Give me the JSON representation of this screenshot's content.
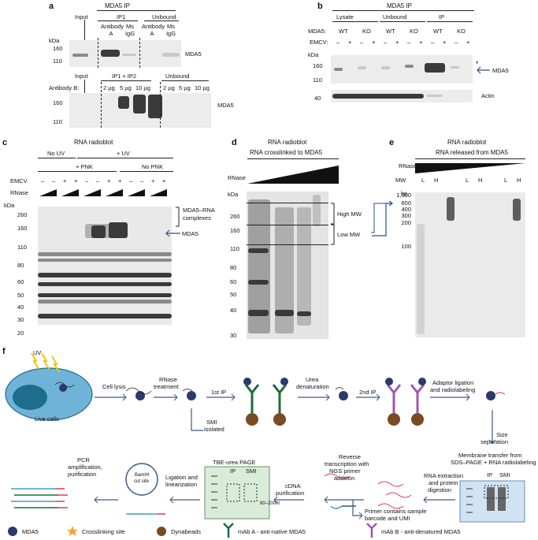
{
  "panels": {
    "a": "a",
    "b": "b",
    "c": "c",
    "d": "d",
    "e": "e",
    "f": "f"
  },
  "a": {
    "title": "MDA5 IP",
    "input": "Input",
    "ip1": "IP1",
    "unbound": "Unbound",
    "antibodyA_1": "Antibody",
    "antibodyA_2": "A",
    "msIgG_1": "Ms",
    "msIgG_2": "IgG",
    "antibodyA2_1": "Antibody",
    "antibodyA2_2": "A",
    "msIgG2_1": "Ms",
    "msIgG2_2": "IgG",
    "kda": "kDa",
    "m160": "160",
    "m110": "110",
    "protein": "MDA5",
    "antibodyB": "Antibody B:",
    "input2": "Input",
    "ip12": "IP1 + IP2",
    "unbound2": "Unbound",
    "doses": [
      "2 µg",
      "5 µg",
      "10 µg",
      "2 µg",
      "5 µg",
      "10 µg"
    ],
    "m160b": "160",
    "m110b": "110",
    "protein2": "MDA5"
  },
  "b": {
    "title": "MDA5 IP",
    "lysate": "Lysate",
    "unbound": "Unbound",
    "ip": "IP",
    "mda5": "MDA5:",
    "emcv": "EMCV:",
    "genotypes": [
      "WT",
      "KO",
      "WT",
      "KO",
      "WT",
      "KO"
    ],
    "signs": [
      "–",
      "+",
      "–",
      "+",
      "–",
      "+",
      "–",
      "+",
      "–",
      "+",
      "–",
      "+"
    ],
    "kda": "kDa",
    "m160": "160",
    "m110": "110",
    "m40": "40",
    "star": "*",
    "protein": "MDA5",
    "actin": "Actin"
  },
  "c": {
    "title": "RNA radioblot",
    "noUV": "No UV",
    "plusUV": "+ UV",
    "plusPNK": "+ PNK",
    "noPNK": "No PNK",
    "emcv": "EMCV",
    "rnase": "RNase",
    "signs": [
      "–",
      "–",
      "+",
      "+",
      "–",
      "–",
      "+",
      "+",
      "–",
      "–",
      "+",
      "+"
    ],
    "kda": "kDa",
    "markers": [
      "260",
      "160",
      "110",
      "80",
      "60",
      "50",
      "40",
      "30",
      "20"
    ],
    "complex1": "MDA5–RNA",
    "complex2": "complexes",
    "protein": "MDA5"
  },
  "d": {
    "title1": "RNA radioblot",
    "title2": "RNA crosslinked to MDA5",
    "rnase": "RNase",
    "kda": "kDa",
    "markers": [
      "260",
      "160",
      "110",
      "80",
      "60",
      "50",
      "40",
      "30"
    ],
    "high": "High MW",
    "low": "Low MW"
  },
  "e": {
    "title1": "RNA radioblot",
    "title2": "RNA released from MDA5",
    "rnase": "RNase",
    "mw": "MW",
    "lanes": [
      "L",
      "H",
      "L",
      "H",
      "L",
      "H"
    ],
    "bp": "bp",
    "markers": [
      "1,000",
      "600",
      "400",
      "300",
      "200",
      "100"
    ]
  },
  "f": {
    "uv": "UV",
    "liveCells": "Live cells",
    "cellLysis": "Cell lysis",
    "rnase1": "RNase",
    "rnase2": "treatment",
    "firstIP": "1st IP",
    "urea1": "Urea",
    "urea2": "denaturation",
    "secondIP": "2nd IP",
    "adaptor1": "Adaptor ligation",
    "adaptor2": "and radiolabeling",
    "smi1": "SMI",
    "smi2": "isolated",
    "size1": "Size",
    "size2": "separation",
    "membrane1": "Membrane transfer from",
    "membrane2": "SDS–PAGE + RNA radiolabeling",
    "ip": "IP",
    "smi": "SMI",
    "rnaExt1": "RNA extraction",
    "rnaExt2": "and protein",
    "rnaExt3": "digestion",
    "reverse1": "Reverse",
    "reverse2": "transcription with",
    "reverse3": "NGS primer",
    "reverse4": "addition",
    "primer1": "Primer contains sample",
    "primer2": "barcode and UMI",
    "cdna1": "cDNA",
    "cdna2": "purification",
    "tbe": "TBE-urea PAGE",
    "ip2": "IP",
    "smi3": "SMI",
    "range": "80–200nt",
    "ligation1": "Ligation and",
    "ligation2": "linearization",
    "bamhi1": "BamHI",
    "bamhi2": "cut site",
    "pcr1": "PCR",
    "pcr2": "amplification,",
    "pcr3": "purification",
    "legend": [
      "MDA5",
      "Crosslinking site",
      "Dynabeads",
      "mAb A - anti-native MDA5",
      "mAb B - anti-denatured MDA5"
    ]
  },
  "colors": {
    "mda5": "#2b3a6b",
    "crosslink": "#f2a33a",
    "dynabead": "#7a4b22",
    "mAbA": "#1f6b3a",
    "mAbB": "#9b59b6",
    "cell": "#6fb3d9",
    "nucleus": "#1d6e8c",
    "gel": "#d9ecd9",
    "membrane": "#cfe3f3",
    "arrow": "#3a5a85"
  }
}
